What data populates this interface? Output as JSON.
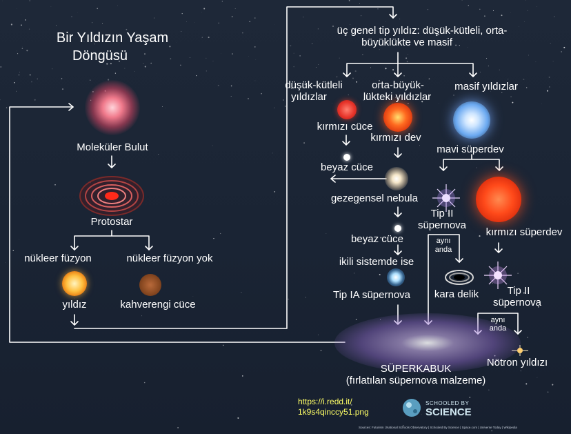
{
  "title": {
    "line1": "Bir Yıldızın Yaşam",
    "line2": "Döngüsü"
  },
  "left_column": {
    "molecular_cloud": "Moleküler Bulut",
    "protostar": "Protostar",
    "fusion": "nükleer füzyon",
    "no_fusion": "nükleer füzyon yok",
    "star": "yıldız",
    "brown_dwarf": "kahverengi cüce"
  },
  "star_types": {
    "heading_line1": "üç genel tip yıldız: düşük-kütleli, orta-",
    "heading_line2": "büyüklükte ve masif",
    "low_mass_line1": "düşük-kütleli",
    "low_mass_line2": "yıldızlar",
    "medium_line1": "orta-büyük-",
    "medium_line2": "lükteki yıldızlar",
    "massive": "masif yıldızlar"
  },
  "low_mass_path": {
    "red_dwarf": "kırmızı cüce",
    "white_dwarf": "beyaz cüce"
  },
  "medium_path": {
    "red_giant": "kırmızı dev",
    "planetary_nebula": "gezegensel nebula",
    "white_dwarf": "beyaz cüce",
    "binary": "ikili sistemde ise",
    "type_ia": "Tip IA süpernova"
  },
  "massive_path": {
    "blue_supergiant": "mavi süperdev",
    "type_ii_a_line1": "Tip II",
    "type_ii_a_line2": "süpernova",
    "simultaneous_a_line1": "aynı",
    "simultaneous_a_line2": "anda",
    "black_hole": "kara delik",
    "red_supergiant": "kırmızı süperdev",
    "type_ii_b_line1": "Tip II",
    "type_ii_b_line2": "süpernova",
    "simultaneous_b_line1": "aynı",
    "simultaneous_b_line2": "anda",
    "neutron_star": "Nötron yıldızı"
  },
  "supershell": {
    "line1": "SÜPERKABUK",
    "line2": "(fırlatılan süpernova malzeme)"
  },
  "footer": {
    "url_line1": "https://i.redd.it/",
    "url_line2": "1k9s4qinccy51.png",
    "brand_line1": "SCHOOLED BY",
    "brand_line2": "SCIENCE",
    "sources": "Sources: Futurism | National Schools Observatory | Schooled By Science | Space.com | Universe Today | Wikipedia"
  },
  "colors": {
    "background": "#1c2636",
    "arrow": "#ffffff",
    "url_text": "#ffff66",
    "red_dwarf": "#e8352b",
    "red_giant": "#ff5a1f",
    "blue_supergiant": "#8fc4ff",
    "yellow_star": "#ffb43a",
    "brown_dwarf": "#8a4a22"
  }
}
